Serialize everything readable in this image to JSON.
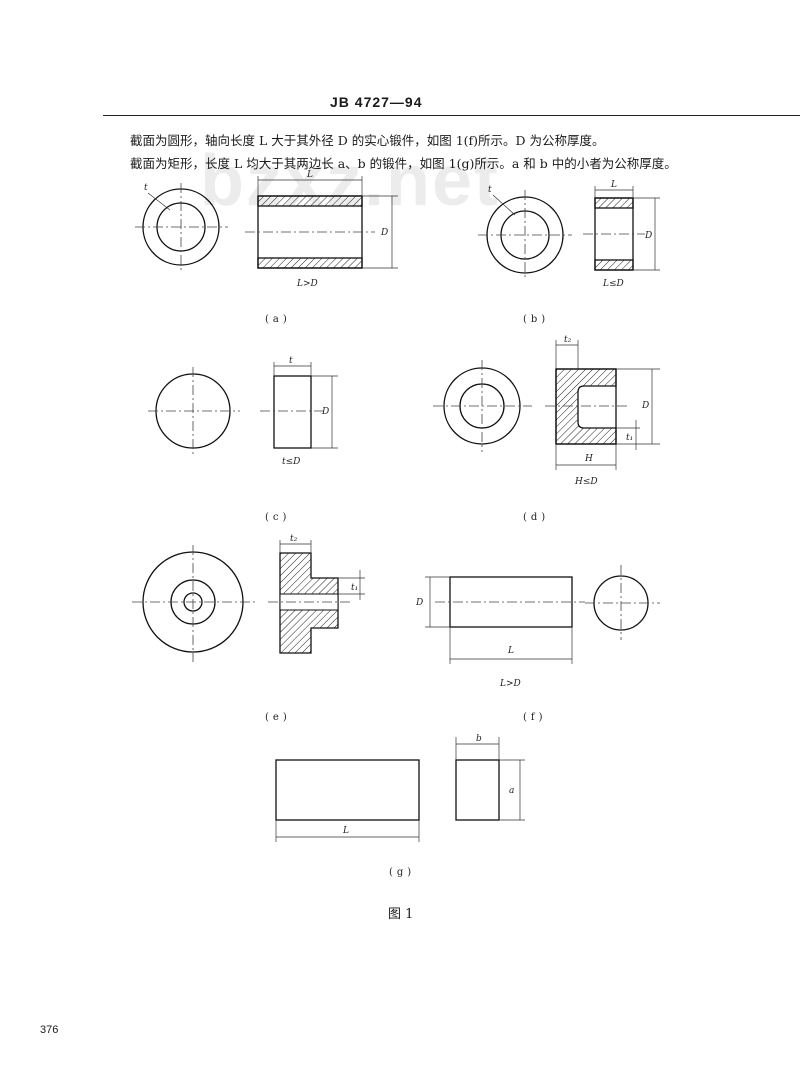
{
  "header": {
    "code": "JB 4727—94"
  },
  "paragraphs": [
    "截面为圆形，轴向长度 L 大于其外径 D 的实心锻件，如图 1(f)所示。D 为公称厚度。",
    "截面为矩形，长度 L 均大于其两边长 a、b 的锻件，如图 1(g)所示。a 和 b 中的小者为公称厚度。"
  ],
  "watermark": "bzxz.net",
  "figures": {
    "a": {
      "caption": "(a)",
      "labels": {
        "t": "t",
        "L": "L",
        "D": "D",
        "cond": "L>D"
      }
    },
    "b": {
      "caption": "(b)",
      "labels": {
        "t": "t",
        "L": "L",
        "D": "D",
        "cond": "L≤D"
      }
    },
    "c": {
      "caption": "(c)",
      "labels": {
        "t": "t",
        "D": "D",
        "cond": "t≤D"
      }
    },
    "d": {
      "caption": "(d)",
      "labels": {
        "t2": "t₂",
        "t1": "t₁",
        "D": "D",
        "H": "H",
        "cond": "H≤D"
      }
    },
    "e": {
      "caption": "(e)",
      "labels": {
        "t2": "t₂",
        "t1": "t₁"
      }
    },
    "f": {
      "caption": "(f)",
      "labels": {
        "D": "D",
        "L": "L",
        "cond": "L>D"
      }
    },
    "g": {
      "caption": "(g)",
      "labels": {
        "b": "b",
        "a": "a",
        "L": "L"
      }
    }
  },
  "figure_title": "图 1",
  "page_number": "376"
}
